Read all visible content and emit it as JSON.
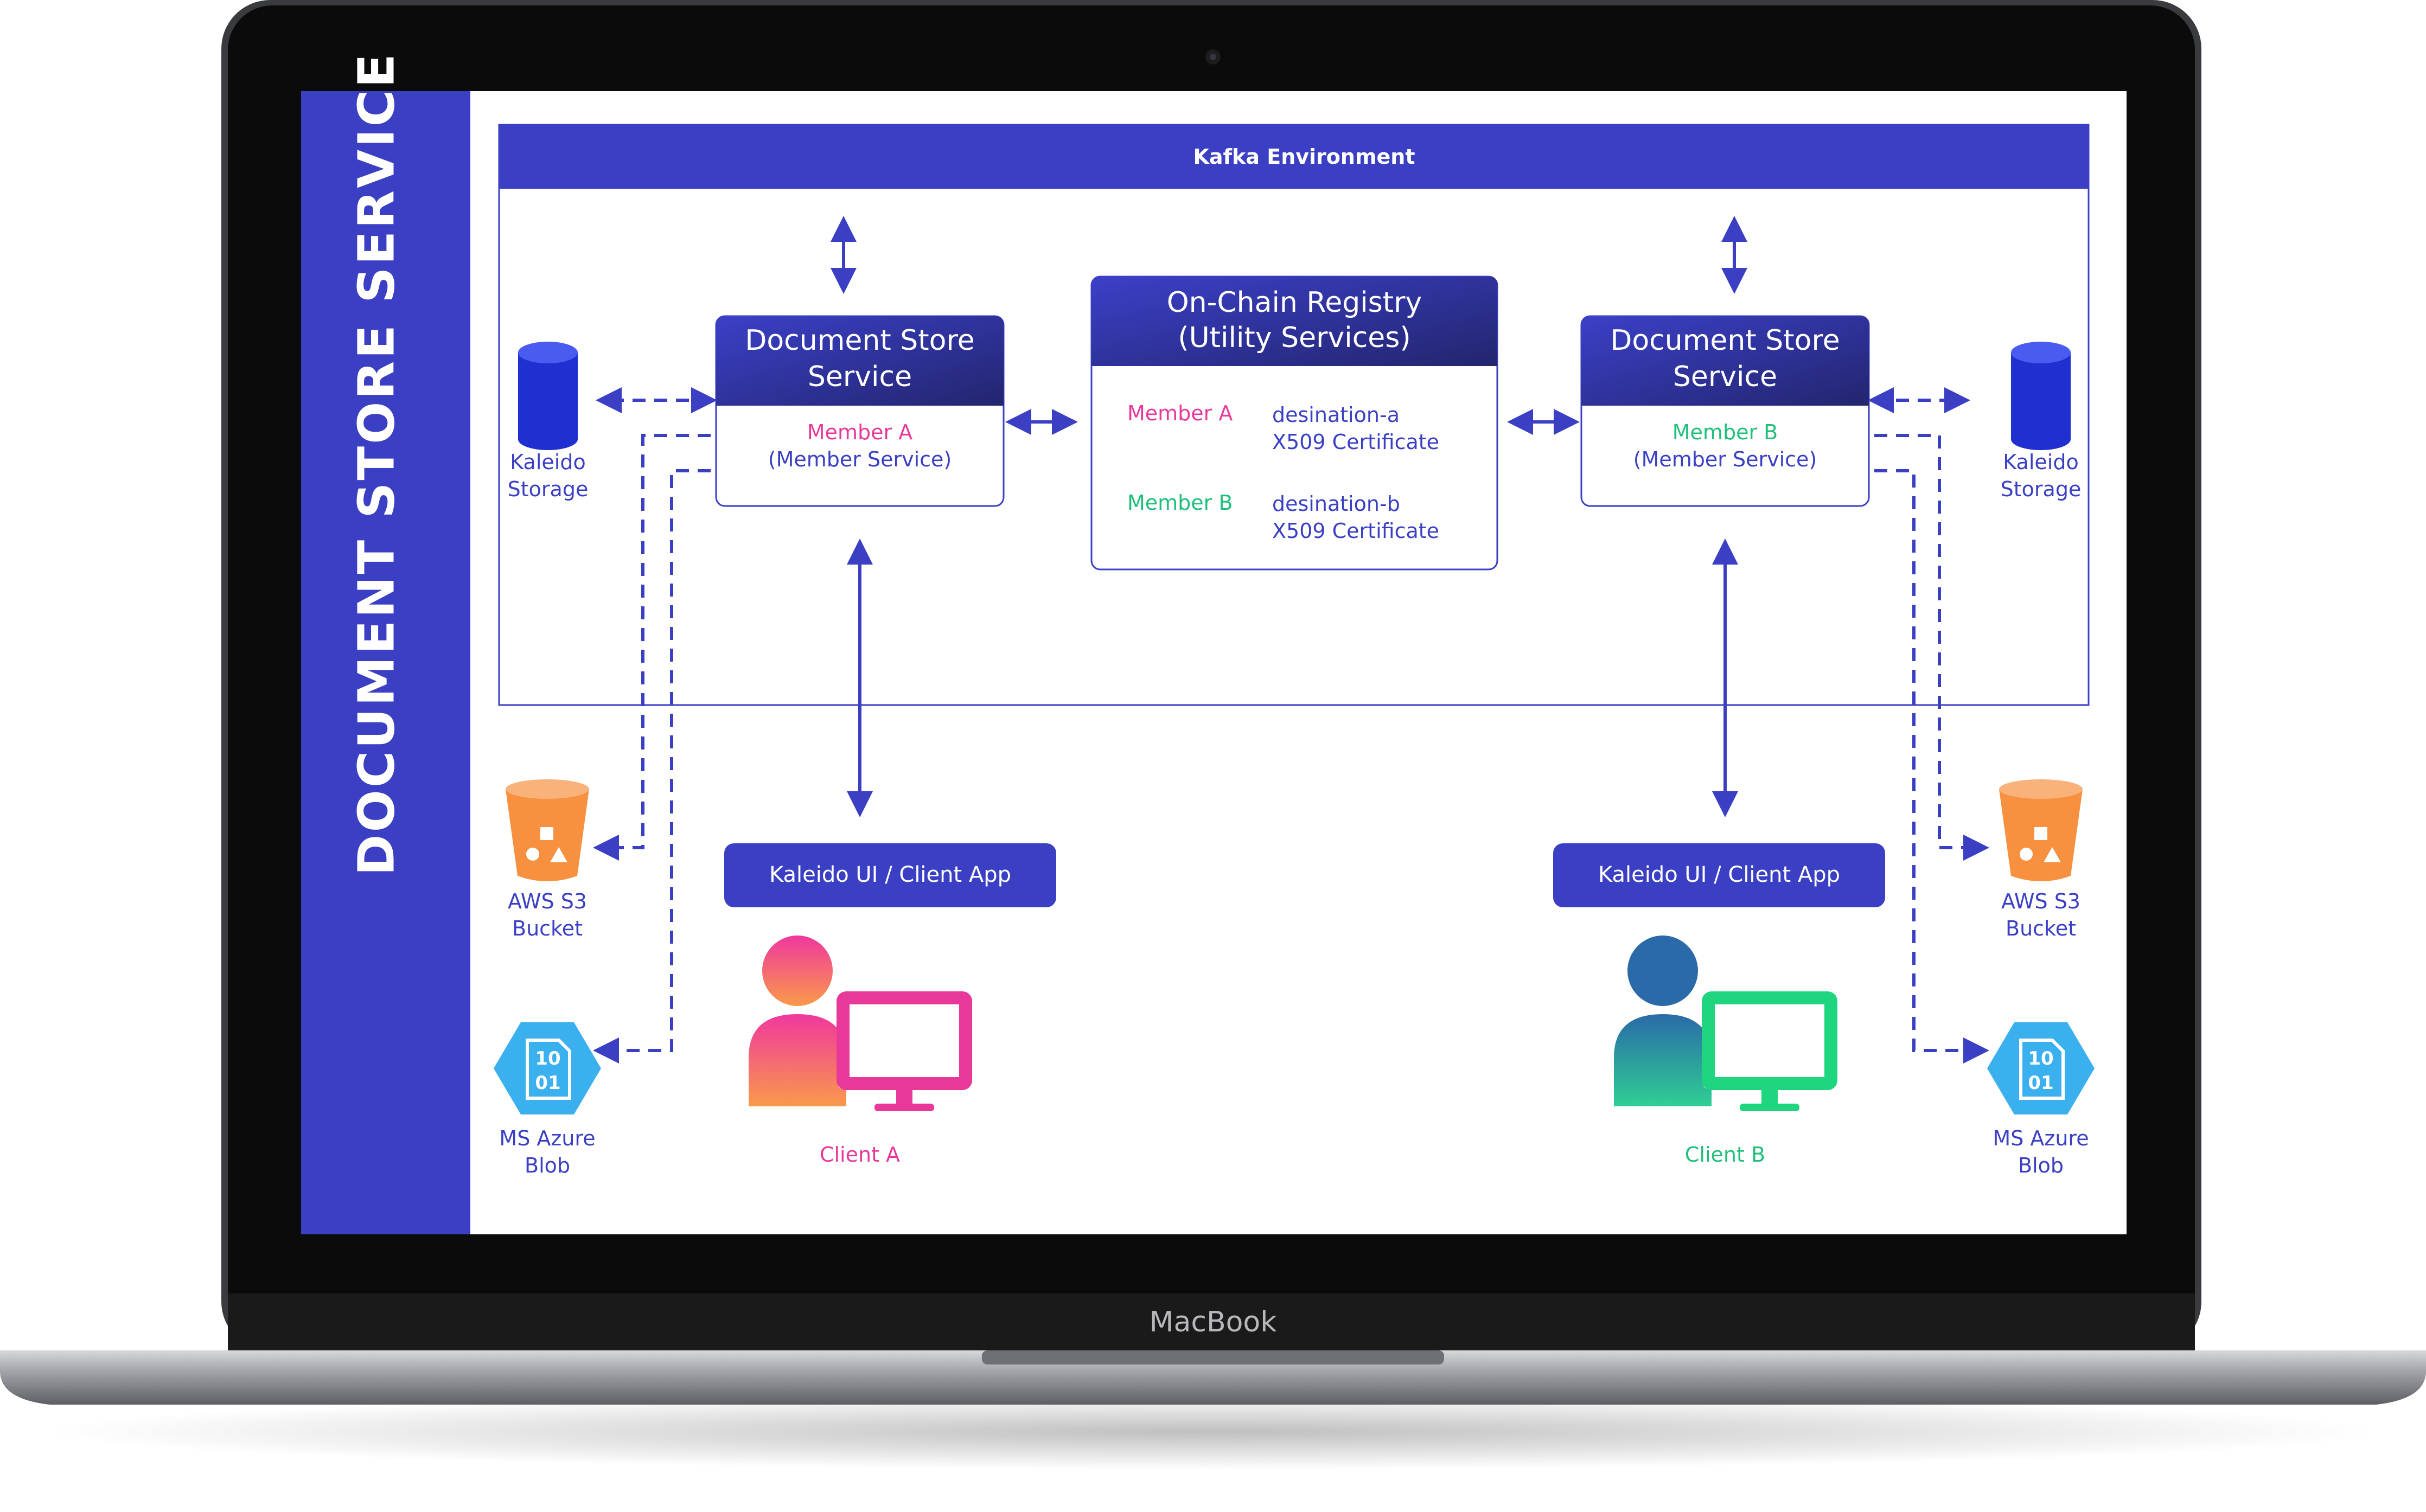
{
  "colors": {
    "accent": "#3a3fc4",
    "accent_dark": "#2a2d8f",
    "member_a": "#e8389a",
    "member_b": "#1fbf7a",
    "s3": "#f7903f",
    "azure": "#3bb0ef",
    "storage": "#1f2fd0",
    "laptop_frame": "#2b2c2e",
    "screen_bezel": "#0b0b0b"
  },
  "laptop": {
    "brand": "MacBook"
  },
  "sidebar": {
    "title": "DOCUMENT STORE SERVICE"
  },
  "kafka": {
    "title": "Kafka Environment"
  },
  "registry": {
    "title_line1": "On-Chain Registry",
    "title_line2": "(Utility Services)",
    "rows": [
      {
        "member": "Member A",
        "dest_line1": "desination-a",
        "dest_line2": "X509 Certificate"
      },
      {
        "member": "Member B",
        "dest_line1": "desination-b",
        "dest_line2": "X509 Certificate"
      }
    ]
  },
  "left_service": {
    "title_line1": "Document Store",
    "title_line2": "Service",
    "member": "Member A",
    "member_sub": "(Member Service)"
  },
  "right_service": {
    "title_line1": "Document Store",
    "title_line2": "Service",
    "member": "Member B",
    "member_sub": "(Member Service)"
  },
  "left_storage": {
    "label_line1": "Kaleido",
    "label_line2": "Storage",
    "icon": "database-icon"
  },
  "right_storage": {
    "label_line1": "Kaleido",
    "label_line2": "Storage",
    "icon": "database-icon"
  },
  "left_s3": {
    "label_line1": "AWS S3",
    "label_line2": "Bucket",
    "icon": "bucket-icon"
  },
  "right_s3": {
    "label_line1": "AWS S3",
    "label_line2": "Bucket",
    "icon": "bucket-icon"
  },
  "left_azure": {
    "label_line1": "MS Azure",
    "label_line2": "Blob",
    "icon": "blob-icon",
    "bits_line1": "10",
    "bits_line2": "01"
  },
  "right_azure": {
    "label_line1": "MS Azure",
    "label_line2": "Blob",
    "icon": "blob-icon",
    "bits_line1": "10",
    "bits_line2": "01"
  },
  "left_client_app": {
    "label": "Kaleido UI / Client App"
  },
  "right_client_app": {
    "label": "Kaleido UI / Client App"
  },
  "client_a": {
    "label": "Client A",
    "icon": "user-computer-icon"
  },
  "client_b": {
    "label": "Client B",
    "icon": "user-computer-icon"
  }
}
